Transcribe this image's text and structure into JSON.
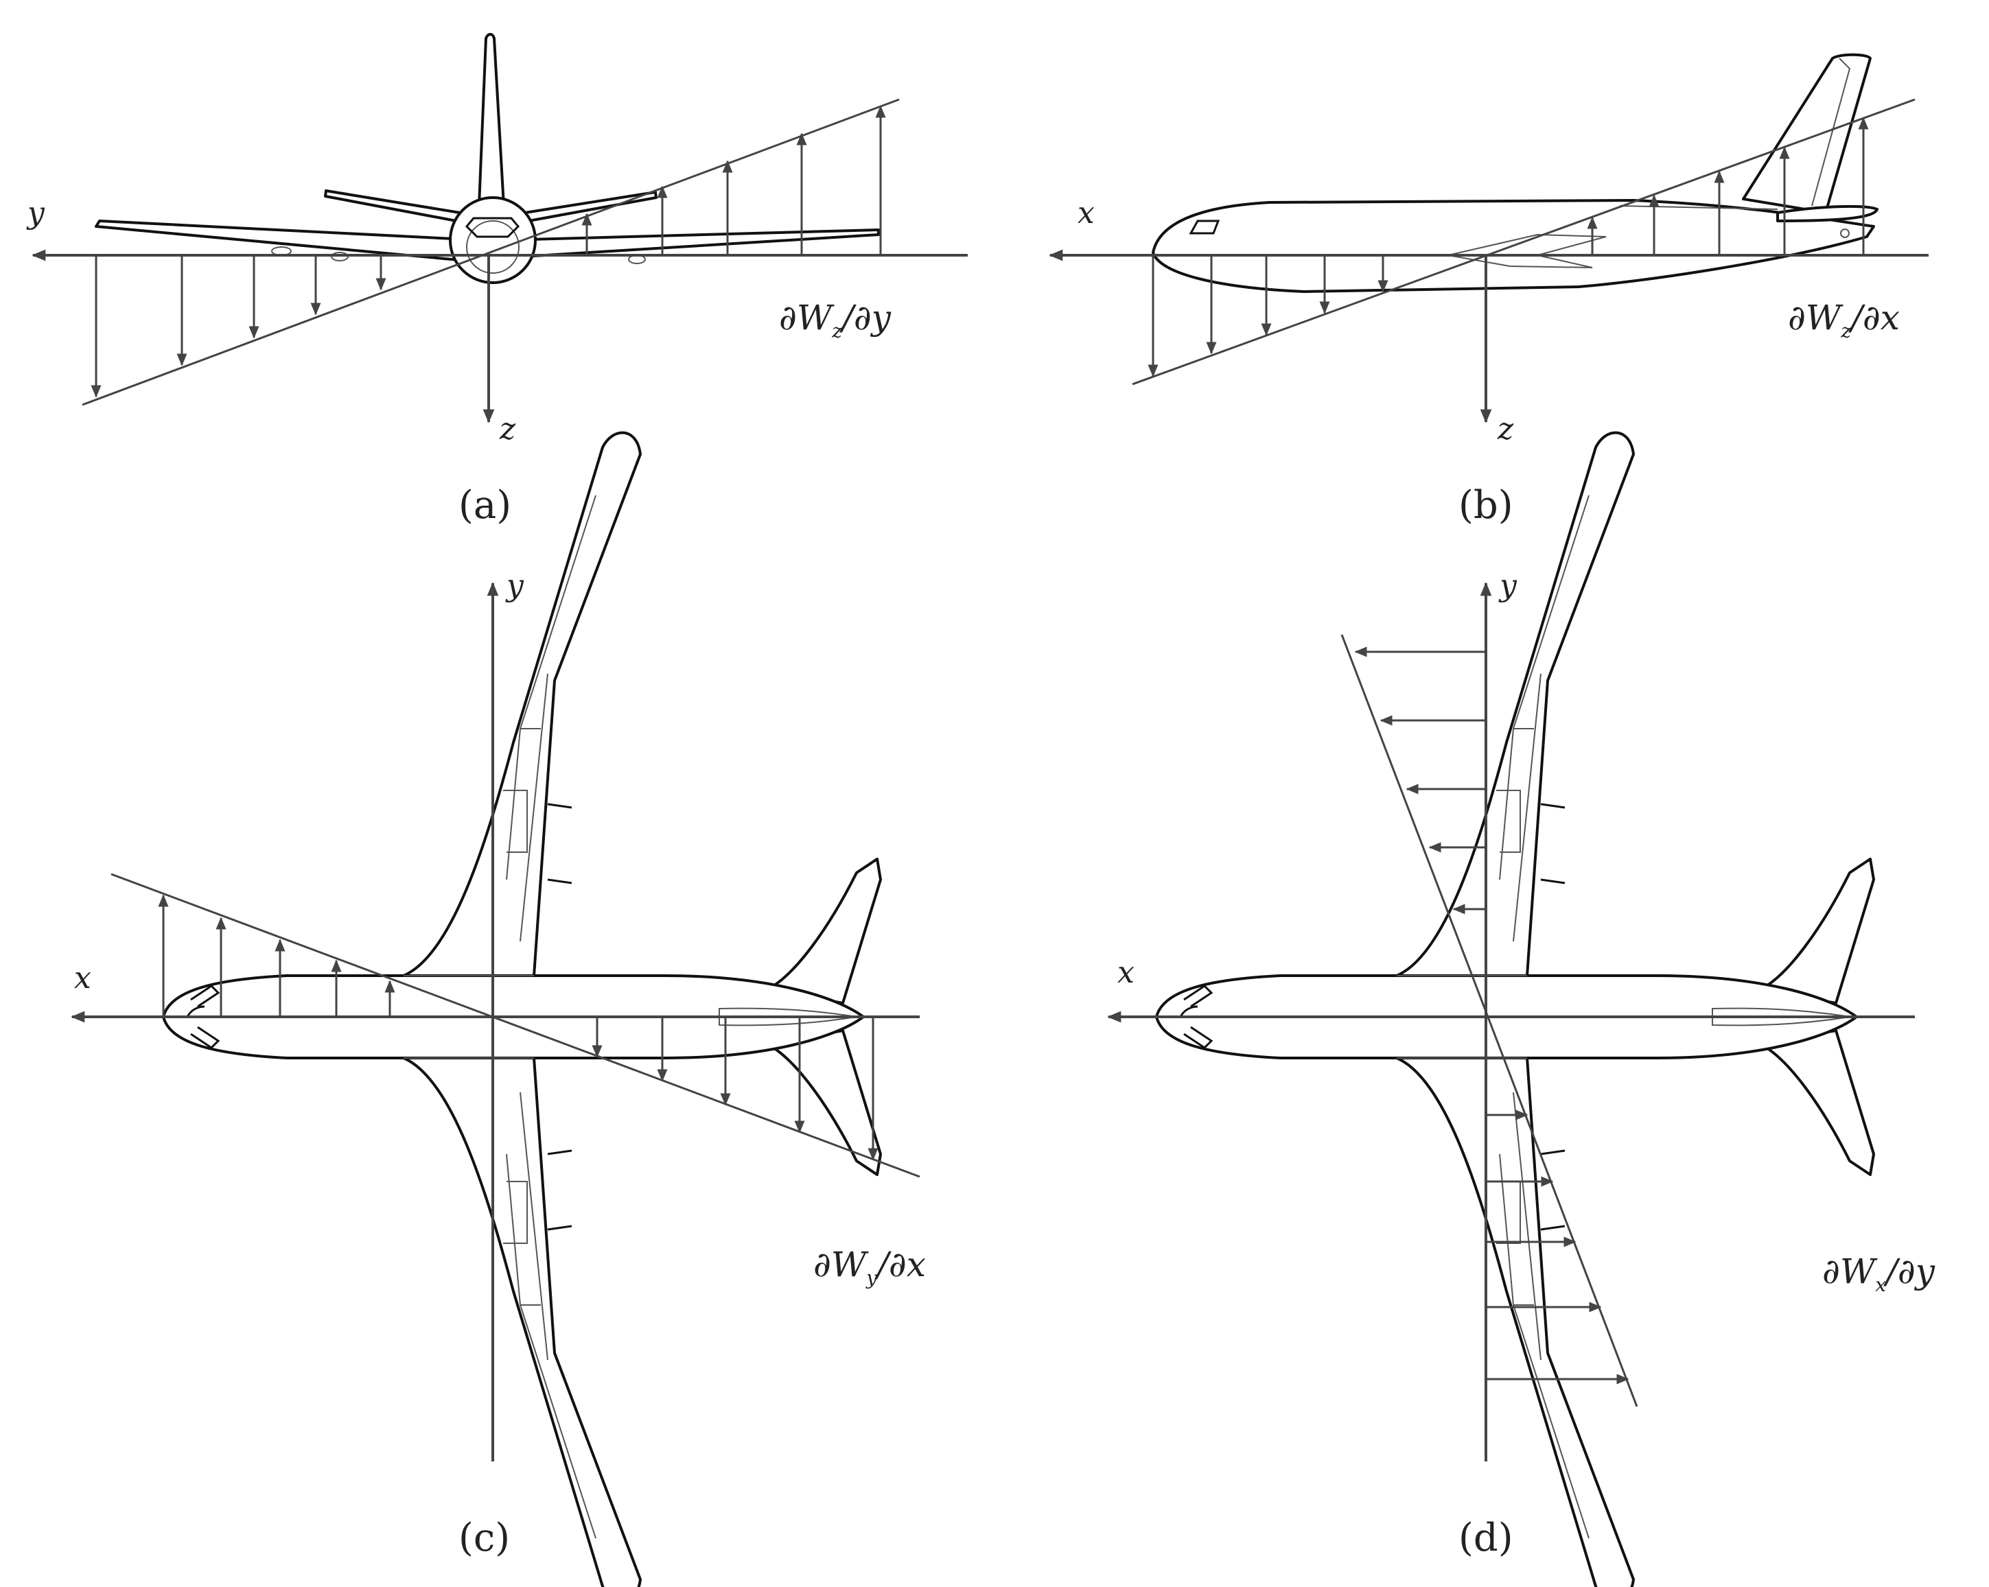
{
  "panels": [
    {
      "id": "a",
      "caption": "(a)",
      "horizontal_axis": "y",
      "vertical_axis": "z",
      "gradient_label": "∂W_z/∂y",
      "gradient_main": "∂W",
      "gradient_sub": "z",
      "gradient_den": "/∂y"
    },
    {
      "id": "b",
      "caption": "(b)",
      "horizontal_axis": "x",
      "vertical_axis": "z",
      "gradient_label": "∂W_z/∂x",
      "gradient_main": "∂W",
      "gradient_sub": "z",
      "gradient_den": "/∂x"
    },
    {
      "id": "c",
      "caption": "(c)",
      "horizontal_axis": "x",
      "vertical_axis": "y",
      "gradient_label": "∂W_y/∂x",
      "gradient_main": "∂W",
      "gradient_sub": "y",
      "gradient_den": "/∂x"
    },
    {
      "id": "d",
      "caption": "(d)",
      "horizontal_axis": "x",
      "vertical_axis": "y",
      "gradient_label": "∂W_x/∂y",
      "gradient_main": "∂W",
      "gradient_sub": "x",
      "gradient_den": "/∂y"
    }
  ],
  "colors": {
    "ink": "#111111",
    "axis": "#444444",
    "background": "#ffffff"
  }
}
